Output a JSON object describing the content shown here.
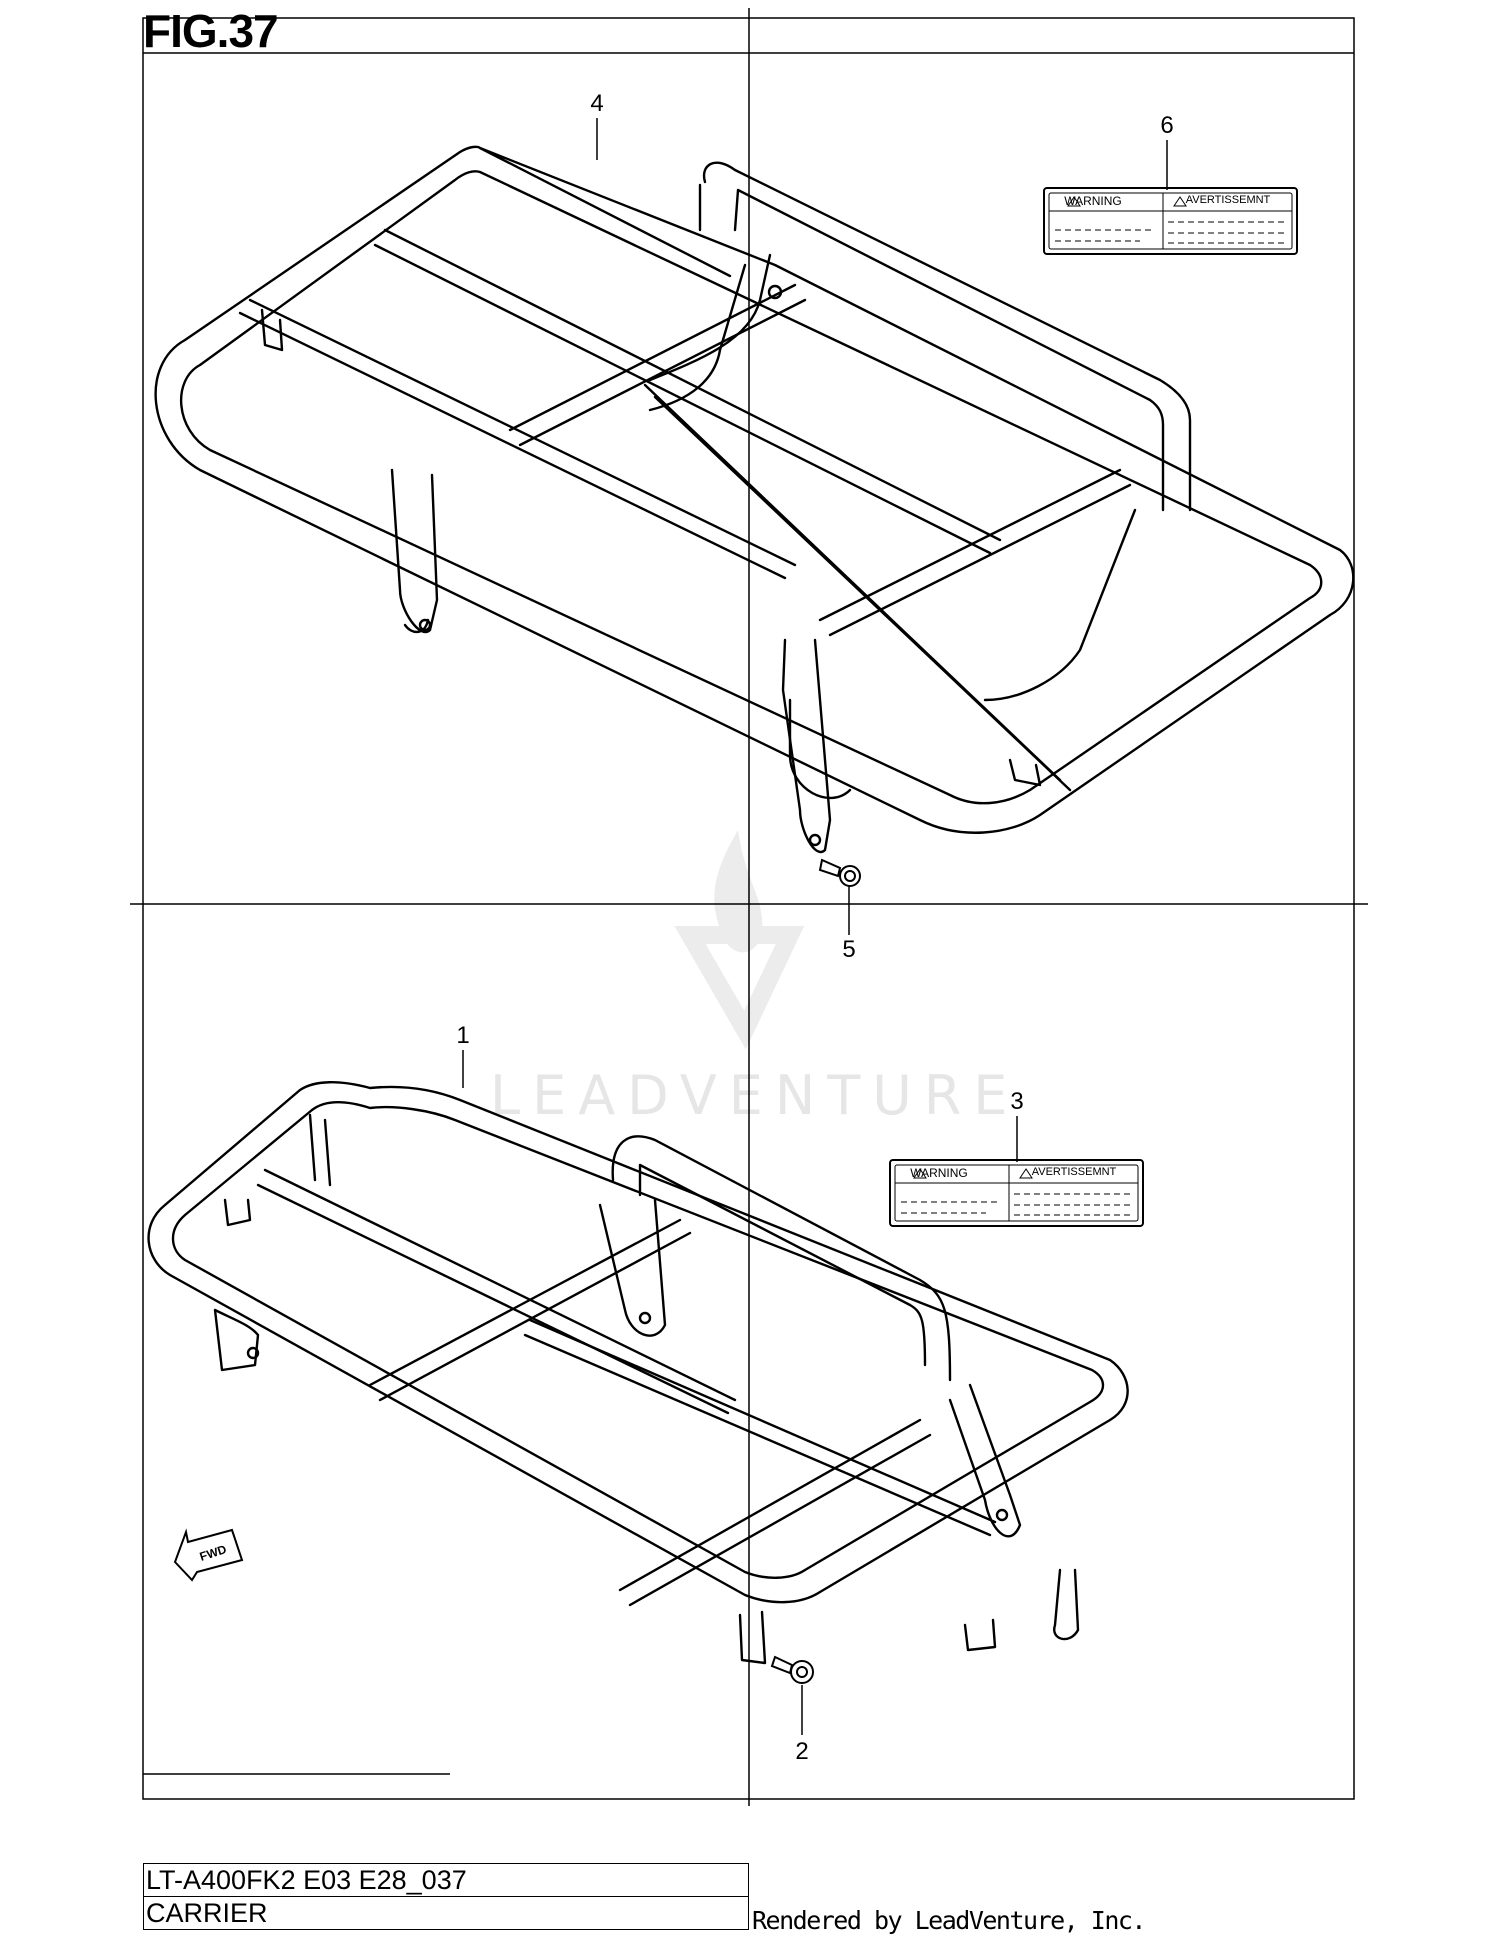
{
  "figure": {
    "title": "FIG.37"
  },
  "watermark": {
    "brand": "LEADVENTURE"
  },
  "callouts": [
    {
      "id": "1",
      "label": "1"
    },
    {
      "id": "2",
      "label": "2"
    },
    {
      "id": "3",
      "label": "3"
    },
    {
      "id": "4",
      "label": "4"
    },
    {
      "id": "5",
      "label": "5"
    },
    {
      "id": "6",
      "label": "6"
    }
  ],
  "warning_label": {
    "left_text": "WARNING",
    "right_text": "AVERTISSEMNT"
  },
  "fwd_arrow": {
    "text": "FWD"
  },
  "title_block": {
    "model": "LT-A400FK2 E03 E28_037",
    "section": "CARRIER"
  },
  "footer": {
    "rendered_by": "Rendered by LeadVenture, Inc."
  },
  "colors": {
    "line": "#000000",
    "watermark": "#e6e6e6",
    "background": "#ffffff"
  }
}
